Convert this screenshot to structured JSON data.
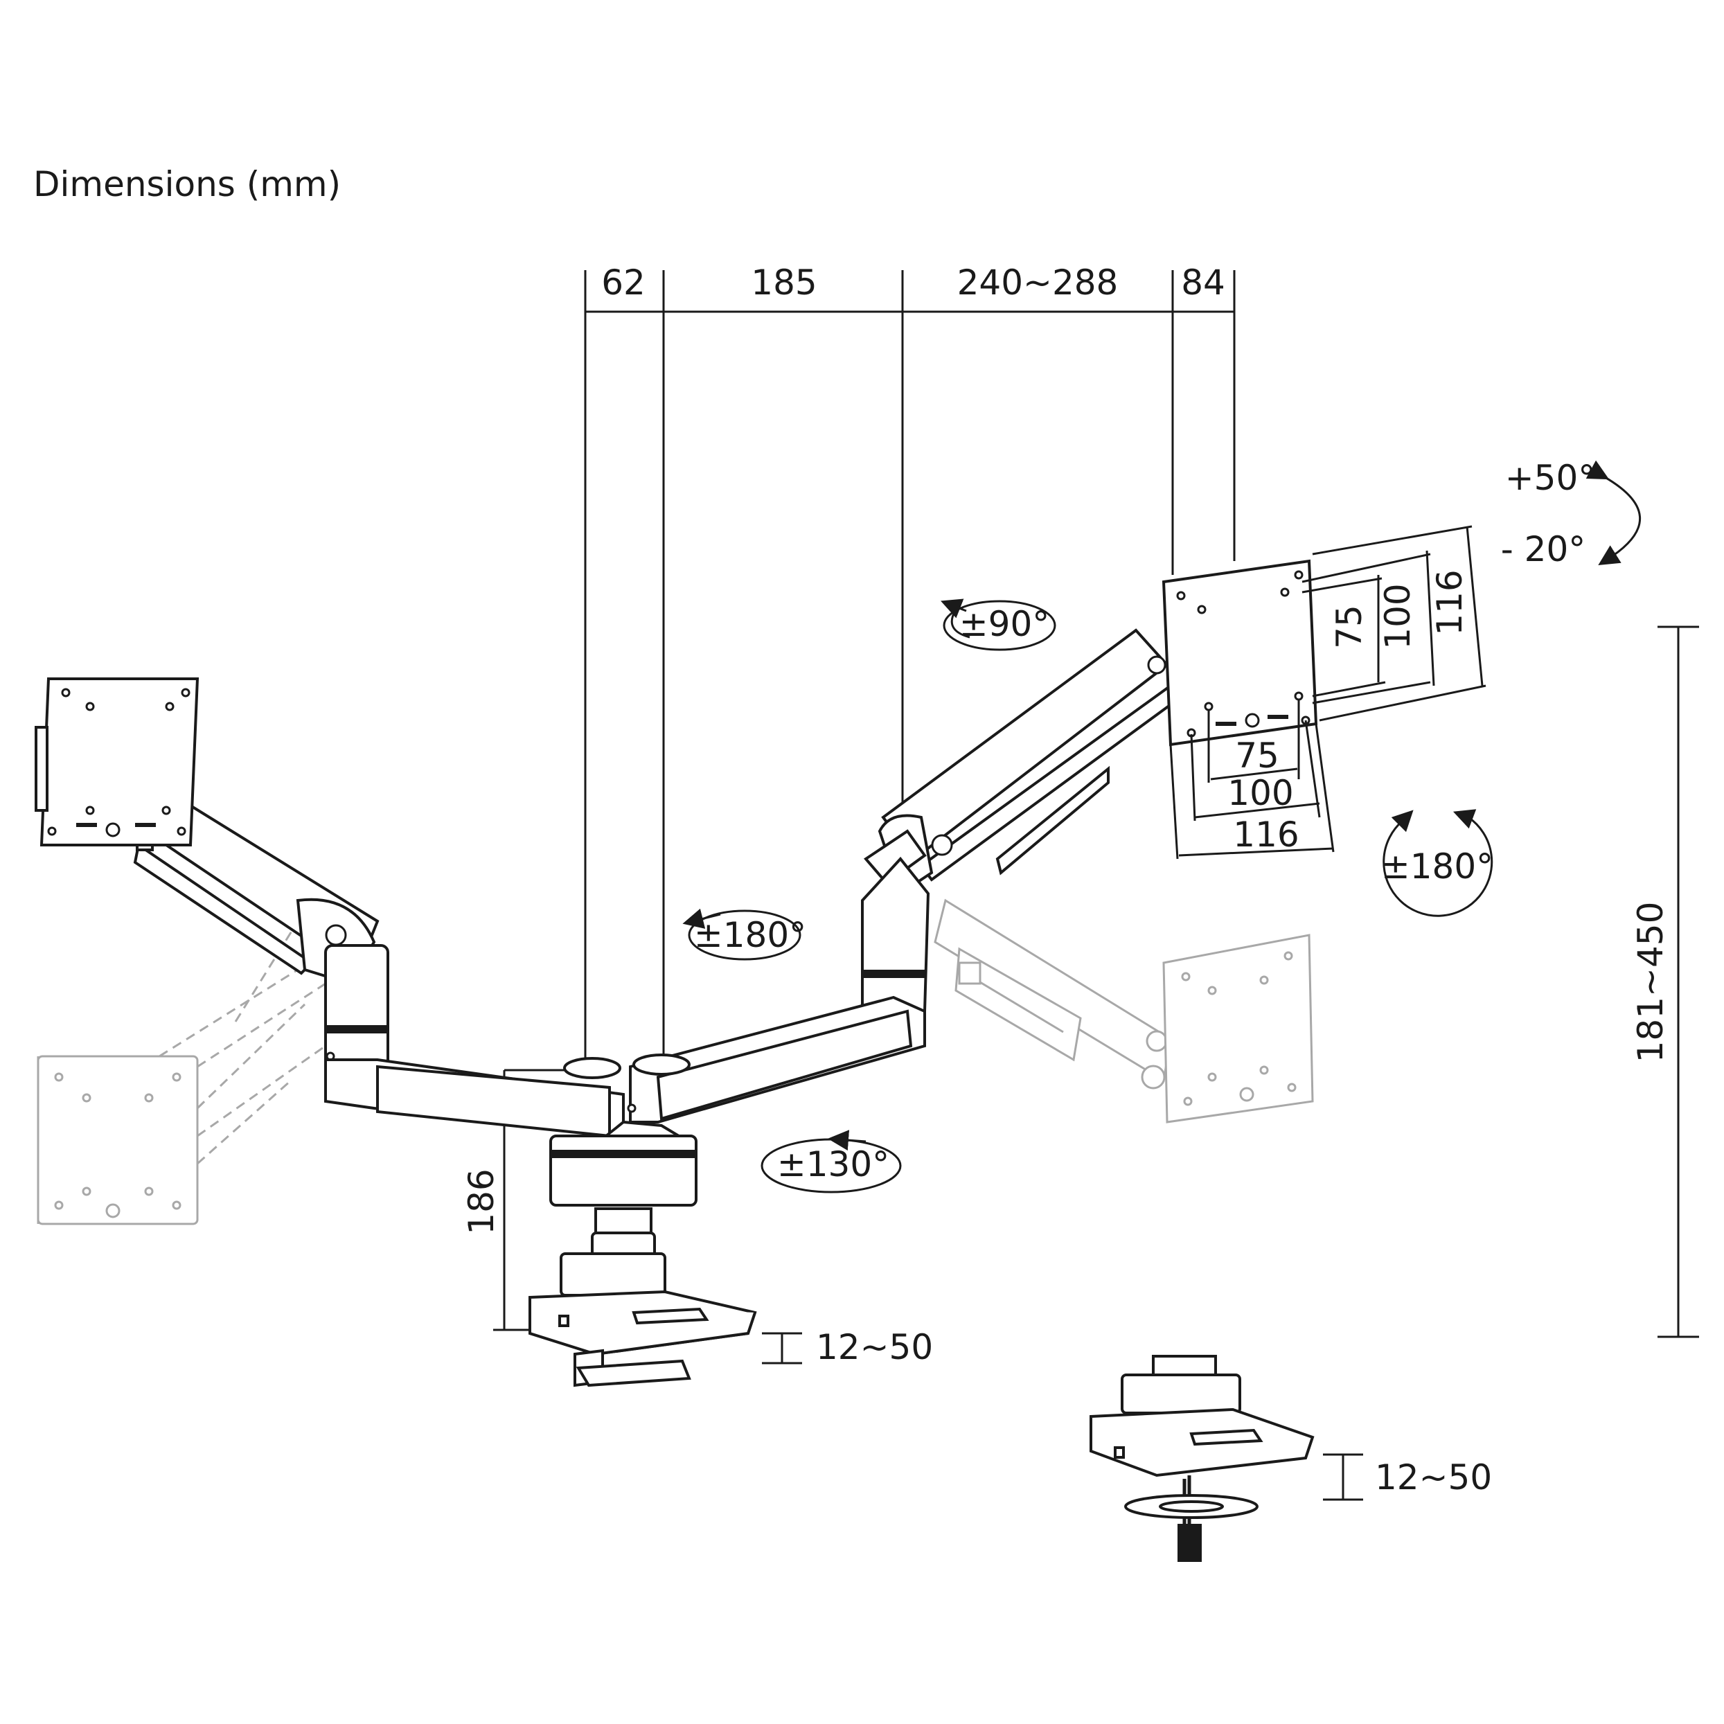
{
  "title": "Dimensions (mm)",
  "dimensions": {
    "top": [
      "62",
      "185",
      "240~288",
      "84"
    ],
    "height_range": "181~450",
    "base_height": "186",
    "clamp_thickness": "12~50",
    "grommet_thickness": "12~50"
  },
  "vesa": {
    "vertical": [
      "75",
      "100",
      "116"
    ],
    "horizontal": [
      "75",
      "100",
      "116"
    ]
  },
  "rotations": {
    "tilt_up": "+50°",
    "tilt_down": "- 20°",
    "swivel_head": "±90°",
    "rotate_screen": "±180°",
    "upper_arm": "±180°",
    "lower_arm": "±130°"
  },
  "colors": {
    "line": "#1a1a1a",
    "ghost": "#a8a8a8",
    "background": "#ffffff"
  }
}
